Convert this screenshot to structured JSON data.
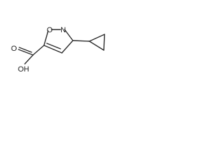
{
  "molecule": {
    "atoms": {
      "ring_oxygen": "O",
      "ring_nitrogen": "N",
      "hydroxyl": "OH",
      "carbonyl_oxygen": "O"
    },
    "colors": {
      "bond": "#2b2b2b",
      "label": "#1a1a1a",
      "background": "#ffffff"
    }
  }
}
